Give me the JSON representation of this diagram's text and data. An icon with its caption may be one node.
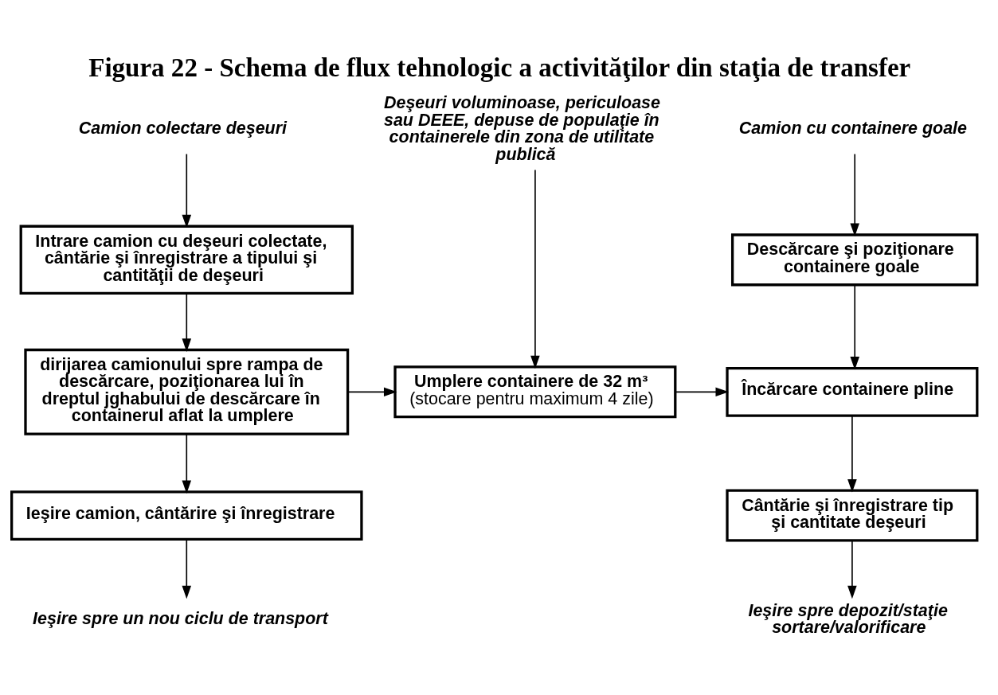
{
  "diagram": {
    "title": "Figura 22 - Schema de flux tehnologic a activităţilor din staţia de transfer",
    "nodes": [
      {
        "text": [
          "Camion colectare deşeuri"
        ]
      },
      {
        "text": [
          "Deşeuri voluminoase, periculoase sau DEEE, depuse de populaţie în containerele din zona de utilitate publică"
        ]
      },
      {
        "text": [
          "Camion cu containere goale"
        ]
      },
      {
        "text": [
          "Intrare camion cu deşeuri colectate, cântărie şi înregistrare a tipului şi cantităţii de deşeuri"
        ]
      },
      {
        "text": [
          "Descărcare şi poziţionare containere goale"
        ]
      },
      {
        "text": [
          "dirijarea camionului spre rampa de descărcare, poziţionarea lui în dreptul jghabului de descărcare în containerul aflat la umplere"
        ]
      },
      {
        "text": [
          "Umplere containere de 32 m³",
          "(stocare pentru maximum 4 zile)"
        ]
      },
      {
        "text": [
          "Încărcare containere pline"
        ]
      },
      {
        "text": [
          "Ieşire camion, cântărire şi înregistrare"
        ]
      },
      {
        "text": [
          "Cântărie şi înregistrare tip şi cantitate deşeuri"
        ]
      },
      {
        "text": [
          "Ieşire spre un nou ciclu de transport"
        ]
      },
      {
        "text": [
          "Ieşire spre depozit/staţie sortare/valorificare"
        ]
      }
    ],
    "edges": [
      {
        "from": 0,
        "to": 3,
        "arrow": "to"
      },
      {
        "from": 3,
        "to": 5,
        "arrow": "to"
      },
      {
        "from": 5,
        "to": 8,
        "arrow": "to"
      },
      {
        "from": 8,
        "to": 10,
        "arrow": "to"
      },
      {
        "from": 1,
        "to": 6,
        "arrow": "to"
      },
      {
        "from": 5,
        "to": 6,
        "arrow": "to"
      },
      {
        "from": 6,
        "to": 7,
        "arrow": "to"
      },
      {
        "from": 2,
        "to": 4,
        "arrow": "to"
      },
      {
        "from": 4,
        "to": 7,
        "arrow": "to"
      },
      {
        "from": 7,
        "to": 9,
        "arrow": "to"
      },
      {
        "from": 9,
        "to": 11,
        "arrow": "to"
      }
    ]
  }
}
